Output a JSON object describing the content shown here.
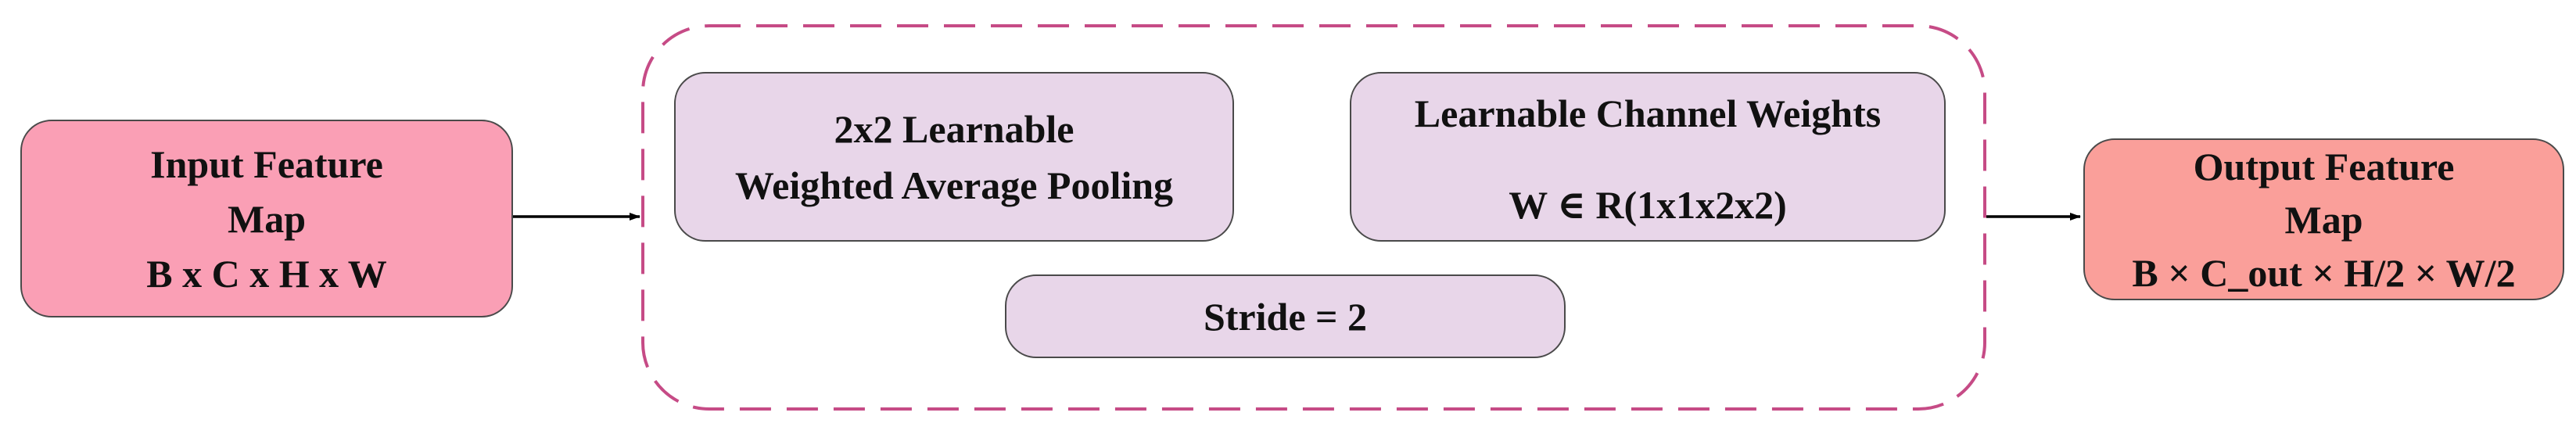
{
  "input": {
    "line1": "Input Feature",
    "line2": "Map",
    "line3": "B x C x H x W"
  },
  "pooling": {
    "line1": "2x2  Learnable",
    "line2": "Weighted Average Pooling"
  },
  "weights": {
    "line1": "Learnable Channel Weights",
    "line2": "W ∈ R(1x1x2x2)"
  },
  "stride": {
    "label": "Stride = 2"
  },
  "output": {
    "line1": "Output Feature",
    "line2": "Map",
    "line3": "B × C_out × H/2 × W/2"
  },
  "colors": {
    "input_fill": "#fa9fb5",
    "output_fill": "#fa9f9a",
    "inner_fill": "#e8d6e9",
    "dashed_border": "#c64b86",
    "arrow": "#000000"
  }
}
